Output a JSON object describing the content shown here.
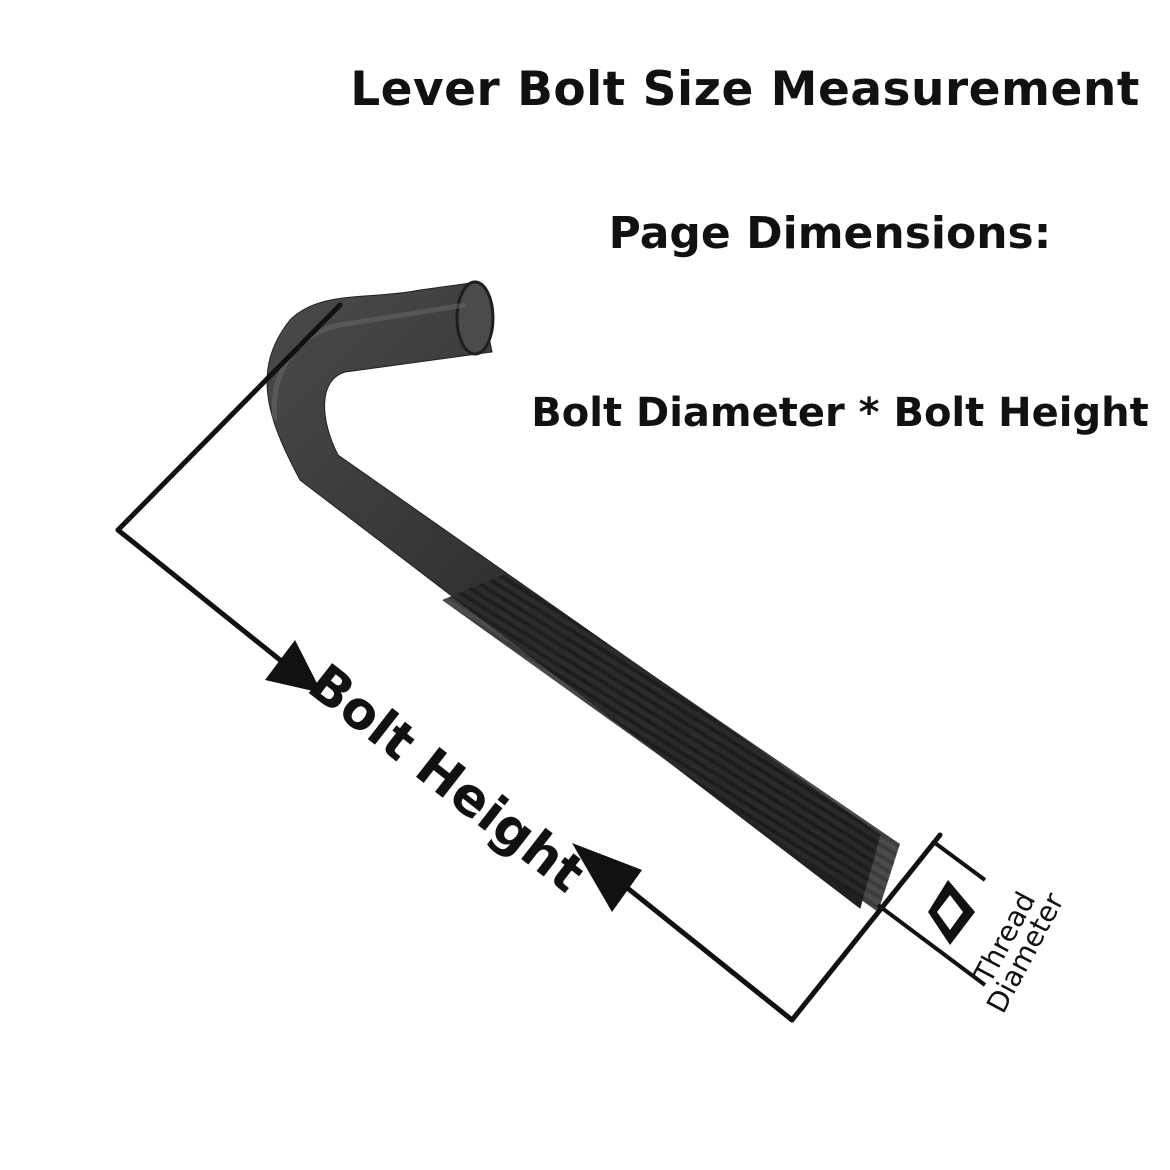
{
  "title": "Lever Bolt Size Measurement",
  "subtitle": "Page Dimensions:",
  "formula": "Bolt Diameter * Bolt Height",
  "labels": {
    "bolt_height": "Bolt Height",
    "thread": "Thread",
    "diameter": "Diameter"
  },
  "colors": {
    "bolt": "#2f3030",
    "line": "#111111",
    "text": "#111111"
  }
}
